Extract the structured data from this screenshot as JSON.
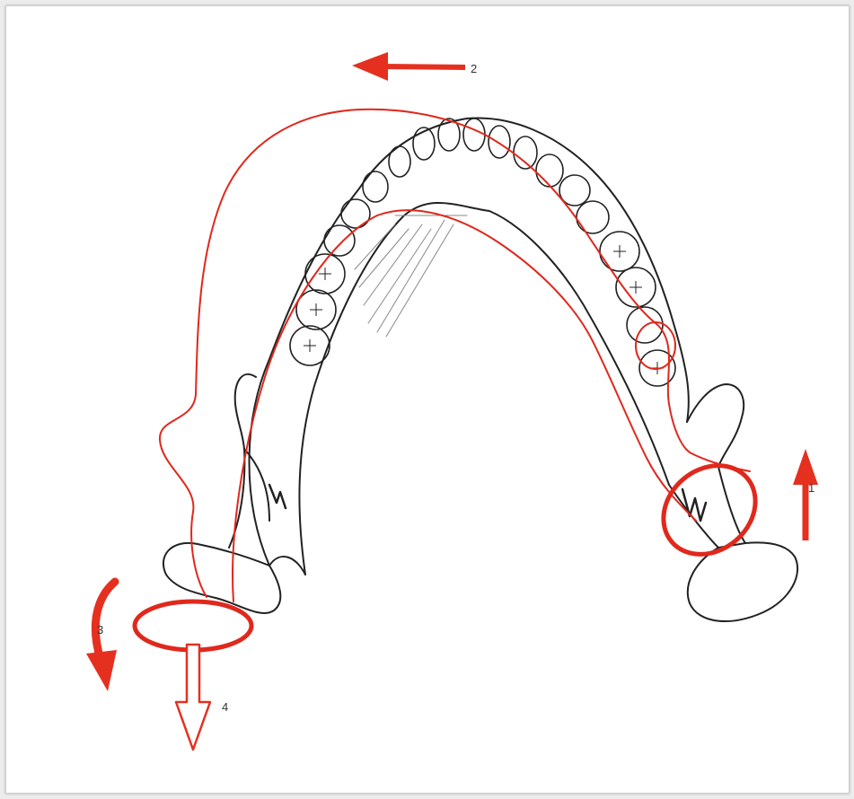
{
  "figure": {
    "colors": {
      "background": "#ffffff",
      "outline_black": "#222222",
      "outline_red": "#e0281c",
      "arrow_red": "#e53020"
    },
    "labels": {
      "arrow_top": "2",
      "arrow_left_curved": "3",
      "arrow_down_hollow": "4",
      "arrow_right_up": "1"
    }
  }
}
